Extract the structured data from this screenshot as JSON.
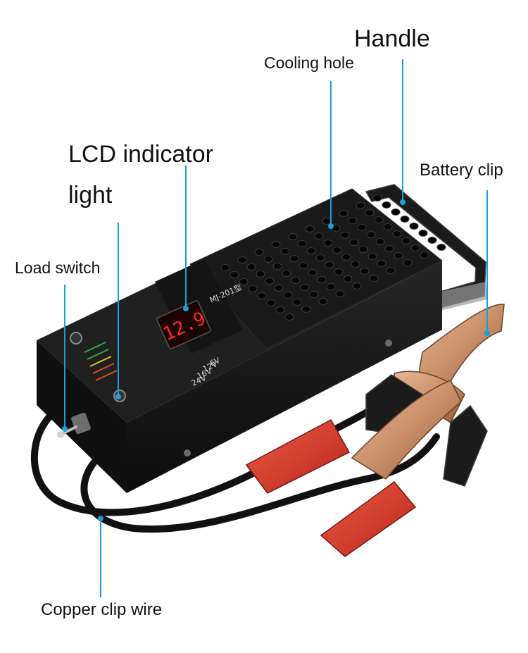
{
  "callouts": {
    "handle": "Handle",
    "cooling_hole": "Cooling hole",
    "lcd_line1": "LCD indicator",
    "lcd_line2": "light",
    "battery_clip": "Battery clip",
    "load_switch": "Load switch",
    "copper_clip_wire": "Copper clip wire"
  },
  "device": {
    "display_reading": "12.9",
    "model": "MJ-201型",
    "voltages": [
      "6V",
      "12V",
      "16V",
      "24V"
    ]
  },
  "colors": {
    "callout_line": "#1aa0d8",
    "device_body": "#161616",
    "clamp_red": "#d9352a",
    "clamp_copper": "#c9906a"
  }
}
